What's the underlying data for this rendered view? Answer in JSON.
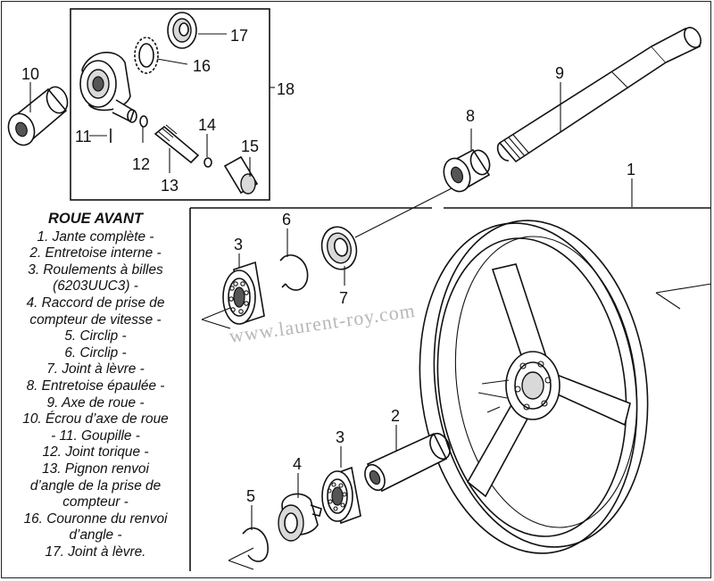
{
  "legend": {
    "title": "ROUE AVANT",
    "items": [
      "1. Jante complète -",
      "2. Entretoise interne -",
      "3. Roulements à billes",
      "(6203UUC3) -",
      "4. Raccord de prise de",
      "compteur de vitesse -",
      "5. Circlip -",
      "6. Circlip -",
      "7. Joint à lèvre -",
      "8. Entretoise épaulée -",
      "9. Axe de roue -",
      "10. Écrou d’axe de roue",
      "- 11. Goupille -",
      "12. Joint torique  -",
      "13. Pignon renvoi",
      "d’angle de la prise de",
      "compteur -",
      "16. Couronne du renvoi",
      "d’angle -",
      "17. Joint à lèvre."
    ]
  },
  "callouts": {
    "c1": "1",
    "c2": "2",
    "c3a": "3",
    "c3b": "3",
    "c4": "4",
    "c5": "5",
    "c6": "6",
    "c7": "7",
    "c8": "8",
    "c9": "9",
    "c10": "10",
    "c11": "11",
    "c12": "12",
    "c13": "13",
    "c14": "14",
    "c15": "15",
    "c16": "16",
    "c17": "17",
    "c18": "18"
  },
  "watermark": "www.laurent-roy.com"
}
